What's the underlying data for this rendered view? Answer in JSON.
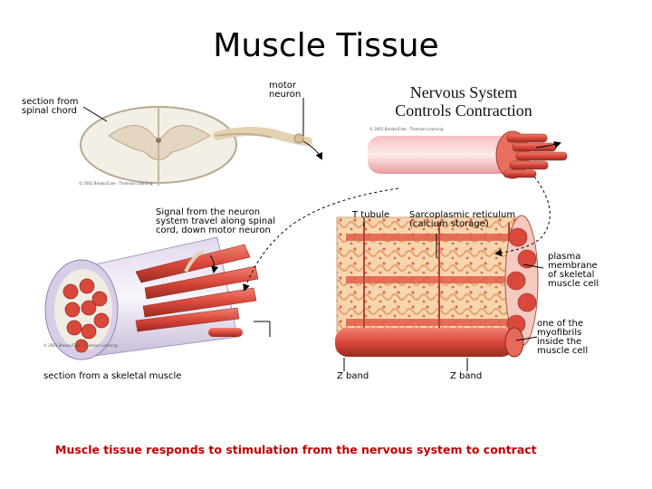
{
  "slide": {
    "title": "Muscle Tissue",
    "caption": "Muscle tissue responds to stimulation from the nervous system to contract"
  },
  "diagram": {
    "heading_line1": "Nervous System",
    "heading_line2": "Controls Contraction",
    "labels": {
      "spinal_cord": "section from\nspinal chord",
      "motor_neuron": "motor\nneuron",
      "signal": "Signal from the neuron\nsystem travel along spinal\ncord, down motor neuron",
      "t_tubule": "T tubule",
      "sarcoplasmic": "Sarcoplasmic reticulum\n(calcium storage)",
      "plasma_membrane": "plasma\nmembrane\nof skeletal\nmuscle cell",
      "myofibril": "one of the\nmyofibrils\ninside the\nmuscle cell",
      "skeletal_section": "section from a skeletal muscle",
      "z_band_1": "Z band",
      "z_band_2": "Z band"
    },
    "credit": "© 2001 Brooks/Cole - Thomson Learning"
  },
  "colors": {
    "caption": "#c00000",
    "muscle": "#d9483a",
    "muscle_light": "#f3b08a",
    "cream": "#f7e2c4"
  }
}
